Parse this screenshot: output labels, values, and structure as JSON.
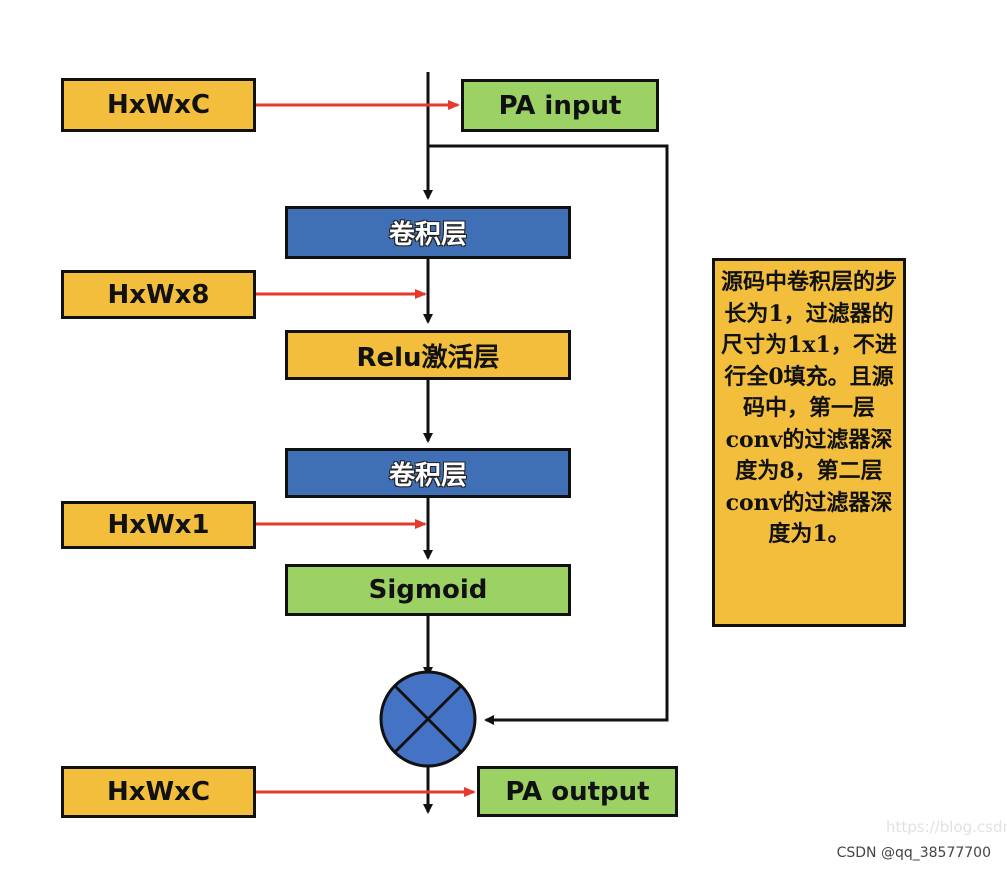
{
  "diagram": {
    "input_shape": "HxWxC",
    "pa_input": "PA input",
    "conv1": "卷积层",
    "shape_after_conv1": "HxWx8",
    "relu": "Relu激活层",
    "conv2": "卷积层",
    "shape_after_conv2": "HxWx1",
    "sigmoid": "Sigmoid",
    "output_shape": "HxWxC",
    "pa_output": "PA output"
  },
  "note": {
    "text": "源码中卷积层的步长为1，过滤器的尺寸为1x1，不进行全0填充。且源码中，第一层conv的过滤器深度为8，第二层conv的过滤器深度为1。"
  },
  "watermark": {
    "faint": "https://blog.csdn",
    "credit": "CSDN @qq_38577700"
  },
  "colors": {
    "orange": "#f2be3c",
    "green": "#9cd164",
    "blue": "#3f6fb5",
    "red_arrow": "#e53a2e",
    "black": "#111111"
  }
}
